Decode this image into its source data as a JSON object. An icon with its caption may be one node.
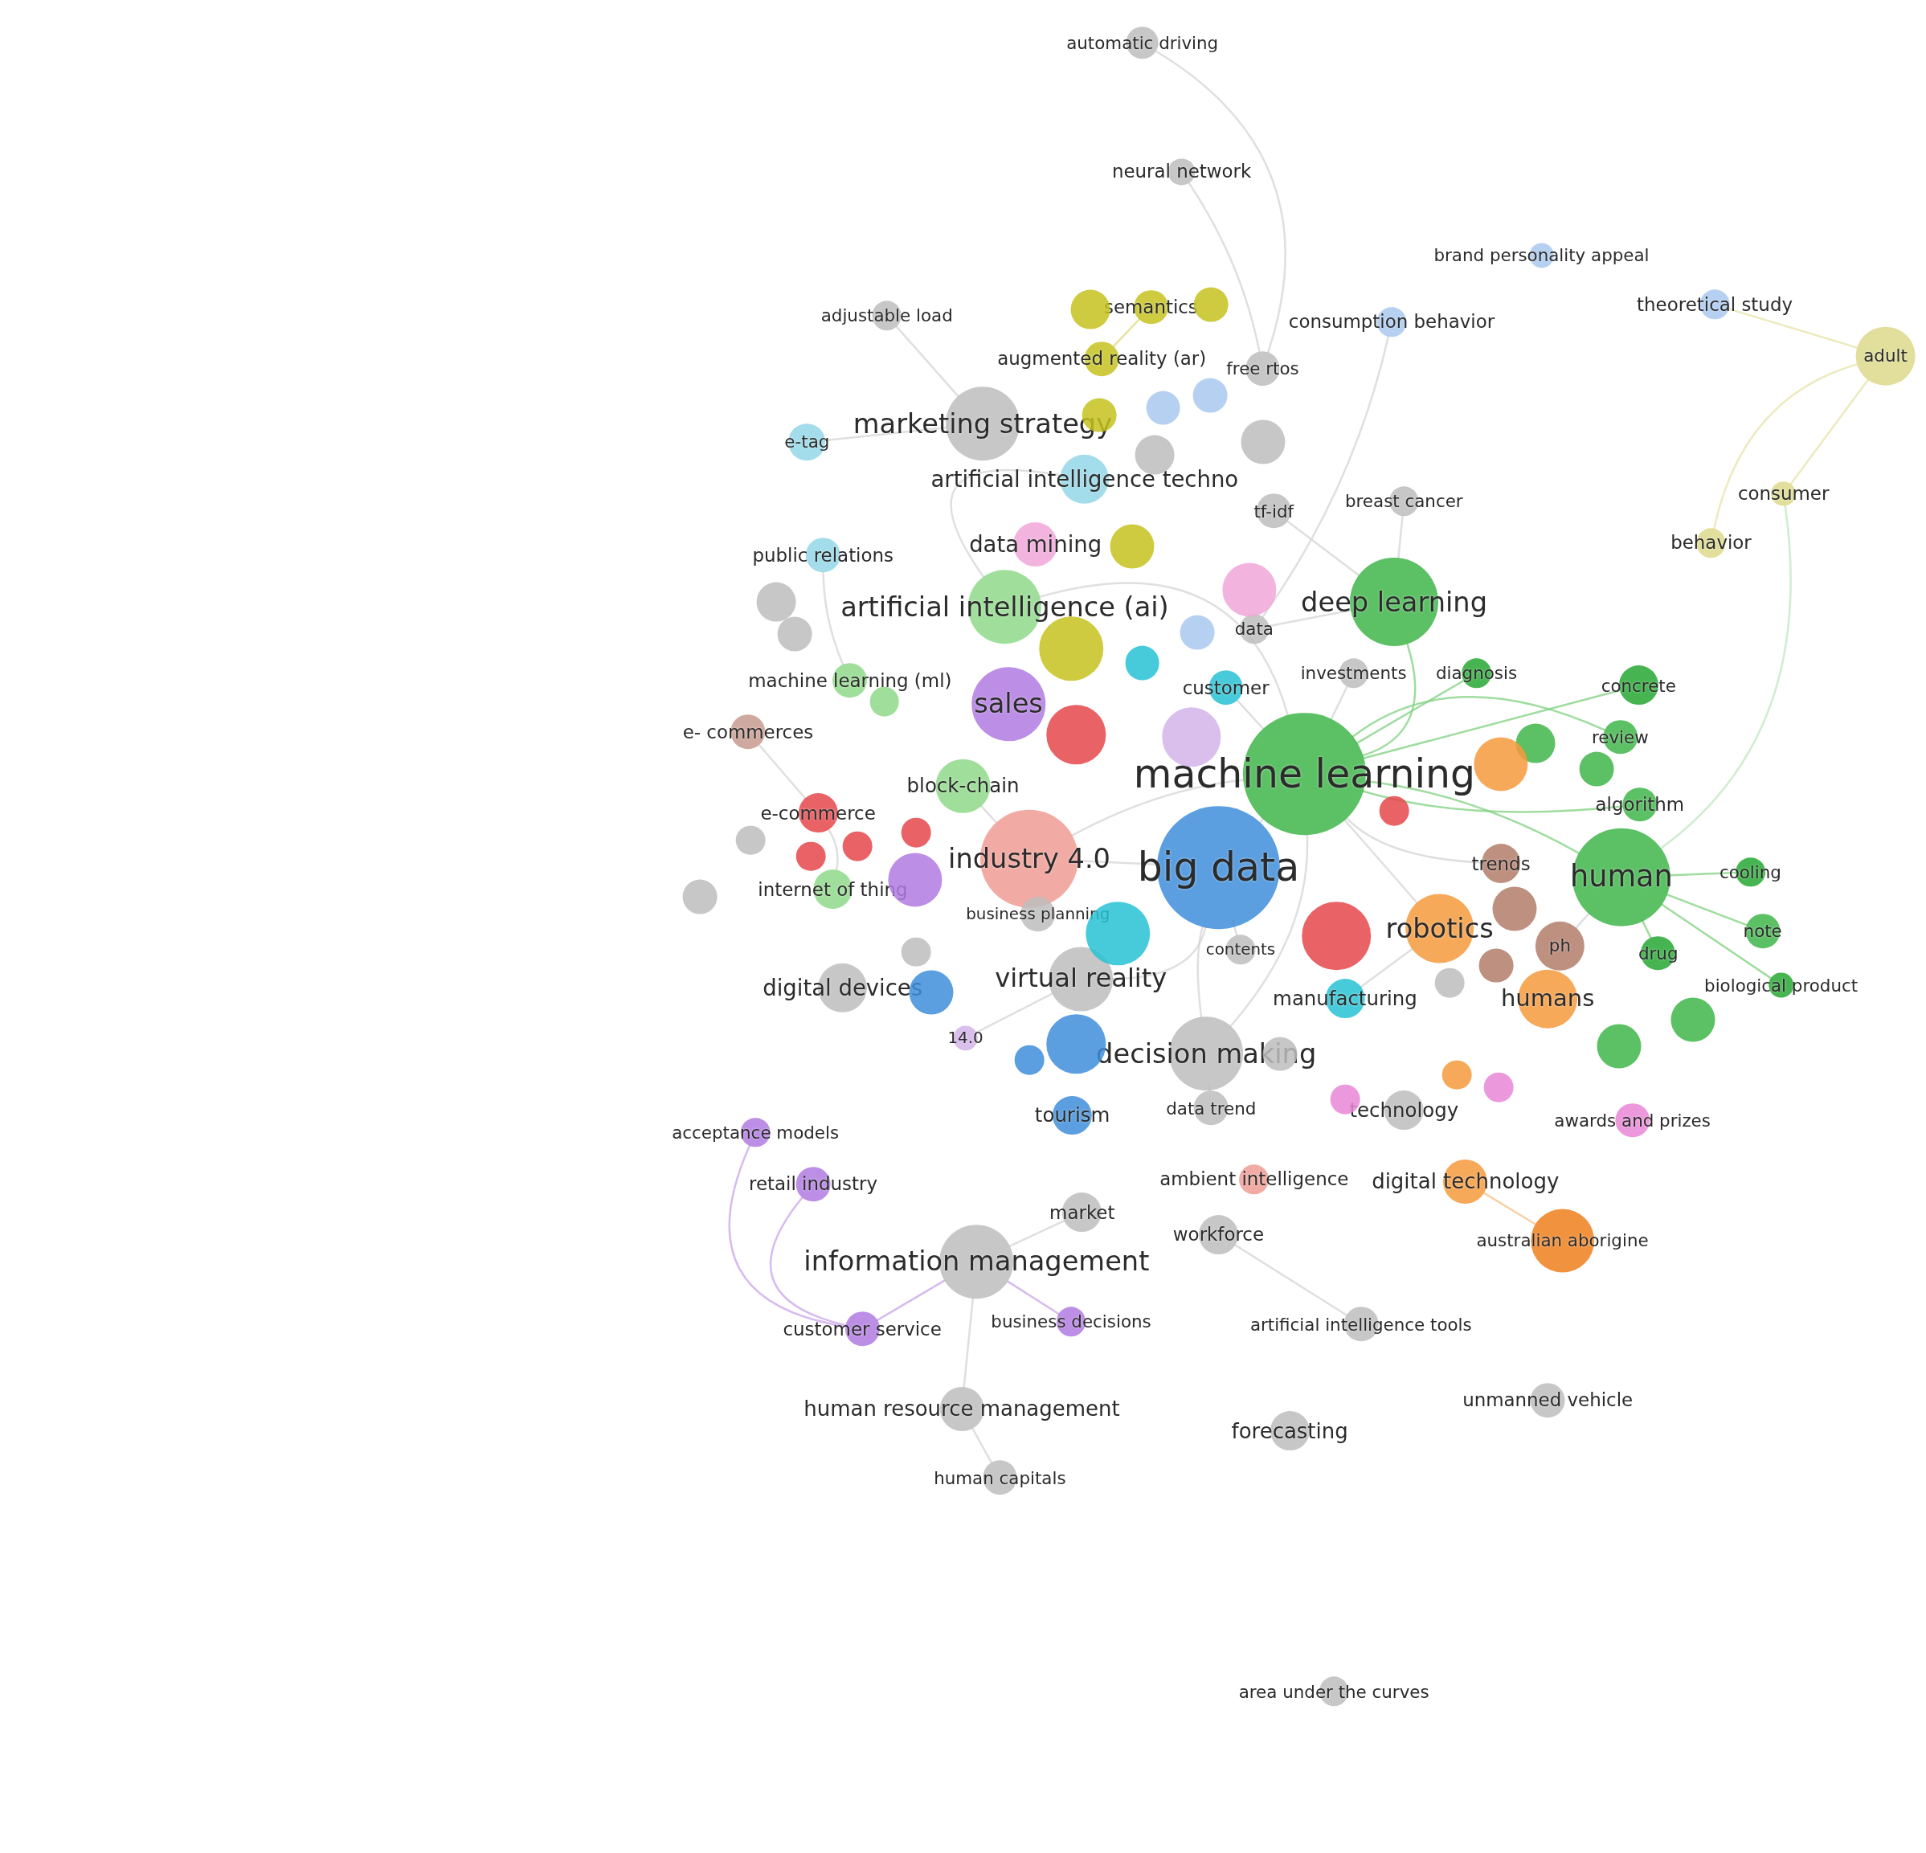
{
  "diagram": {
    "nodes": [
      {
        "text": [
          "automatic driving"
        ]
      },
      {
        "text": [
          "neural network"
        ]
      },
      {
        "text": [
          "brand personality appeal"
        ]
      },
      {
        "text": [
          "semantics"
        ]
      },
      {
        "text": [
          "adjustable load"
        ]
      },
      {
        "text": [
          "consumption behavior"
        ]
      },
      {
        "text": [
          "theoretical study"
        ]
      },
      {
        "text": [
          "adult"
        ]
      },
      {
        "text": [
          "augmented reality (ar)"
        ]
      },
      {
        "text": [
          "free rtos"
        ]
      },
      {
        "text": [
          "e-tag"
        ]
      },
      {
        "text": [
          "marketing strategy"
        ]
      },
      {
        "text": [
          "artificial intelligence techno"
        ]
      },
      {
        "text": [
          "breast cancer"
        ]
      },
      {
        "text": [
          "consumer"
        ]
      },
      {
        "text": [
          "tf-idf"
        ]
      },
      {
        "text": [
          "behavior"
        ]
      },
      {
        "text": [
          "public relations"
        ]
      },
      {
        "text": [
          "data mining"
        ]
      },
      {
        "text": [
          "deep learning"
        ]
      },
      {
        "text": [
          "artificial intelligence (ai)"
        ]
      },
      {
        "text": [
          "data"
        ]
      },
      {
        "text": [
          "machine learning (ml)"
        ]
      },
      {
        "text": [
          "customer"
        ]
      },
      {
        "text": [
          "investments"
        ]
      },
      {
        "text": [
          "diagnosis"
        ]
      },
      {
        "text": [
          "concrete"
        ]
      },
      {
        "text": [
          "sales"
        ]
      },
      {
        "text": [
          "e- commerces"
        ]
      },
      {
        "text": [
          "review"
        ]
      },
      {
        "text": [
          "machine learning"
        ]
      },
      {
        "text": [
          "block-chain"
        ]
      },
      {
        "text": [
          "algorithm"
        ]
      },
      {
        "text": [
          "e-commerce"
        ]
      },
      {
        "text": [
          "industry 4.0"
        ]
      },
      {
        "text": [
          "big data"
        ]
      },
      {
        "text": [
          "trends"
        ]
      },
      {
        "text": [
          "human"
        ]
      },
      {
        "text": [
          "cooling"
        ]
      },
      {
        "text": [
          "internet of thing"
        ]
      },
      {
        "text": [
          "business planning"
        ]
      },
      {
        "text": [
          "contents"
        ]
      },
      {
        "text": [
          "robotics"
        ]
      },
      {
        "text": [
          "ph"
        ]
      },
      {
        "text": [
          "note"
        ]
      },
      {
        "text": [
          "drug"
        ]
      },
      {
        "text": [
          "digital devices"
        ]
      },
      {
        "text": [
          "virtual reality"
        ]
      },
      {
        "text": [
          "manufacturing"
        ]
      },
      {
        "text": [
          "humans"
        ]
      },
      {
        "text": [
          "biological product"
        ]
      },
      {
        "text": [
          "14.0"
        ]
      },
      {
        "text": [
          "decision making"
        ]
      },
      {
        "text": [
          "acceptance models"
        ]
      },
      {
        "text": [
          "tourism"
        ]
      },
      {
        "text": [
          "data trend"
        ]
      },
      {
        "text": [
          "technology"
        ]
      },
      {
        "text": [
          "awards and prizes"
        ]
      },
      {
        "text": [
          "retail industry"
        ]
      },
      {
        "text": [
          "ambient intelligence"
        ]
      },
      {
        "text": [
          "digital technology"
        ]
      },
      {
        "text": [
          "market"
        ]
      },
      {
        "text": [
          "workforce"
        ]
      },
      {
        "text": [
          "australian aborigine"
        ]
      },
      {
        "text": [
          "information management"
        ]
      },
      {
        "text": [
          "customer service"
        ]
      },
      {
        "text": [
          "business decisions"
        ]
      },
      {
        "text": [
          "artificial intelligence tools"
        ]
      },
      {
        "text": [
          "human resource management"
        ]
      },
      {
        "text": [
          "unmanned vehicle"
        ]
      },
      {
        "text": [
          "forecasting"
        ]
      },
      {
        "text": [
          "human capitals"
        ]
      },
      {
        "text": [
          "area under the curves"
        ]
      },
      {
        "text": [],
        "shape": "circle"
      },
      {
        "text": [],
        "shape": "circle"
      },
      {
        "text": [],
        "shape": "circle"
      },
      {
        "text": [],
        "shape": "circle"
      },
      {
        "text": [],
        "shape": "circle"
      },
      {
        "text": [],
        "shape": "circle"
      },
      {
        "text": [],
        "shape": "circle"
      },
      {
        "text": [],
        "shape": "circle"
      },
      {
        "text": [],
        "shape": "circle"
      },
      {
        "text": [],
        "shape": "circle"
      },
      {
        "text": [],
        "shape": "circle"
      },
      {
        "text": [],
        "shape": "circle"
      },
      {
        "text": [],
        "shape": "circle"
      },
      {
        "text": [],
        "shape": "circle"
      },
      {
        "text": [],
        "shape": "circle"
      },
      {
        "text": [],
        "shape": "circle"
      },
      {
        "text": [],
        "shape": "circle"
      },
      {
        "text": [],
        "shape": "circle"
      },
      {
        "text": [],
        "shape": "circle"
      },
      {
        "text": [],
        "shape": "circle"
      },
      {
        "text": [],
        "shape": "circle"
      },
      {
        "text": [],
        "shape": "circle"
      },
      {
        "text": [],
        "shape": "circle"
      },
      {
        "text": [],
        "shape": "circle"
      },
      {
        "text": [],
        "shape": "circle"
      },
      {
        "text": [],
        "shape": "circle"
      },
      {
        "text": [],
        "shape": "circle"
      },
      {
        "text": [],
        "shape": "circle"
      },
      {
        "text": [],
        "shape": "circle"
      },
      {
        "text": [],
        "shape": "circle"
      },
      {
        "text": [],
        "shape": "circle"
      },
      {
        "text": [],
        "shape": "circle"
      },
      {
        "text": [],
        "shape": "circle"
      },
      {
        "text": [],
        "shape": "circle"
      },
      {
        "text": [],
        "shape": "circle"
      },
      {
        "text": [],
        "shape": "circle"
      },
      {
        "text": [],
        "shape": "circle"
      },
      {
        "text": [],
        "shape": "circle"
      },
      {
        "text": [],
        "shape": "circle"
      },
      {
        "text": [],
        "shape": "circle"
      },
      {
        "text": [],
        "shape": "circle"
      },
      {
        "text": [],
        "shape": "circle"
      }
    ],
    "edges": [
      {
        "from": 30,
        "to": 19,
        "arrow": "none",
        "color": "#7fd07f"
      },
      {
        "from": 30,
        "to": 37,
        "arrow": "none",
        "color": "#7fd07f"
      },
      {
        "from": 30,
        "to": 32,
        "arrow": "none",
        "color": "#7fd07f"
      },
      {
        "from": 30,
        "to": 29,
        "arrow": "none",
        "color": "#7fd07f"
      },
      {
        "from": 30,
        "to": 26,
        "arrow": "none",
        "color": "#7fd07f"
      },
      {
        "from": 30,
        "to": 25,
        "arrow": "none",
        "color": "#7fd07f"
      },
      {
        "from": 30,
        "to": 42,
        "arrow": "none"
      },
      {
        "from": 30,
        "to": 35,
        "arrow": "none"
      },
      {
        "from": 30,
        "to": 34,
        "arrow": "none"
      },
      {
        "from": 30,
        "to": 20,
        "arrow": "none"
      },
      {
        "from": 30,
        "to": 52,
        "arrow": "none"
      },
      {
        "from": 30,
        "to": 36,
        "arrow": "none"
      },
      {
        "from": 30,
        "to": 24,
        "arrow": "none"
      },
      {
        "from": 30,
        "to": 23,
        "arrow": "none"
      },
      {
        "from": 35,
        "to": 34,
        "arrow": "none"
      },
      {
        "from": 35,
        "to": 47,
        "arrow": "none"
      },
      {
        "from": 35,
        "to": 52,
        "arrow": "none"
      },
      {
        "from": 19,
        "to": 13,
        "arrow": "none"
      },
      {
        "from": 19,
        "to": 15,
        "arrow": "none"
      },
      {
        "from": 37,
        "to": 38,
        "arrow": "none",
        "color": "#7fd07f"
      },
      {
        "from": 37,
        "to": 44,
        "arrow": "none",
        "color": "#7fd07f"
      },
      {
        "from": 37,
        "to": 45,
        "arrow": "none",
        "color": "#7fd07f"
      },
      {
        "from": 37,
        "to": 50,
        "arrow": "none",
        "color": "#7fd07f"
      },
      {
        "from": 7,
        "to": 6,
        "arrow": "none",
        "color": "#e6e3a8"
      },
      {
        "from": 7,
        "to": 14,
        "arrow": "none",
        "color": "#e6e3a8"
      },
      {
        "from": 7,
        "to": 16,
        "arrow": "none",
        "color": "#e6e3a8"
      },
      {
        "from": 14,
        "to": 37,
        "arrow": "none",
        "color": "#bfe6bf"
      },
      {
        "from": 0,
        "to": 9,
        "arrow": "none"
      },
      {
        "from": 1,
        "to": 9,
        "arrow": "none"
      },
      {
        "from": 3,
        "to": 8,
        "arrow": "none",
        "color": "#dedb80"
      },
      {
        "from": 64,
        "to": 65,
        "arrow": "none",
        "color": "#c9a3ea"
      },
      {
        "from": 64,
        "to": 66,
        "arrow": "none",
        "color": "#c9a3ea"
      },
      {
        "from": 64,
        "to": 68,
        "arrow": "none"
      },
      {
        "from": 53,
        "to": 65,
        "arrow": "none",
        "color": "#c9a3ea"
      },
      {
        "from": 58,
        "to": 65,
        "arrow": "none",
        "color": "#c9a3ea"
      },
      {
        "from": 68,
        "to": 71,
        "arrow": "none"
      },
      {
        "from": 67,
        "to": 62,
        "arrow": "none"
      },
      {
        "from": 60,
        "to": 63,
        "arrow": "none",
        "color": "#f6c08a"
      },
      {
        "from": 4,
        "to": 11,
        "arrow": "none"
      },
      {
        "from": 10,
        "to": 11,
        "arrow": "none"
      },
      {
        "from": 17,
        "to": 22,
        "arrow": "none"
      },
      {
        "from": 28,
        "to": 33,
        "arrow": "none"
      },
      {
        "from": 33,
        "to": 39,
        "arrow": "none"
      },
      {
        "from": 12,
        "to": 20,
        "arrow": "none"
      },
      {
        "from": 31,
        "to": 34,
        "arrow": "none"
      },
      {
        "from": 41,
        "to": 35,
        "arrow": "none"
      },
      {
        "from": 21,
        "to": 19,
        "arrow": "none"
      },
      {
        "from": 48,
        "to": 42,
        "arrow": "none"
      },
      {
        "from": 43,
        "to": 37,
        "arrow": "none"
      },
      {
        "from": 51,
        "to": 47,
        "arrow": "none"
      },
      {
        "from": 55,
        "to": 52,
        "arrow": "none"
      },
      {
        "from": 61,
        "to": 64,
        "arrow": "none"
      },
      {
        "from": 5,
        "to": 21,
        "arrow": "none"
      }
    ]
  }
}
